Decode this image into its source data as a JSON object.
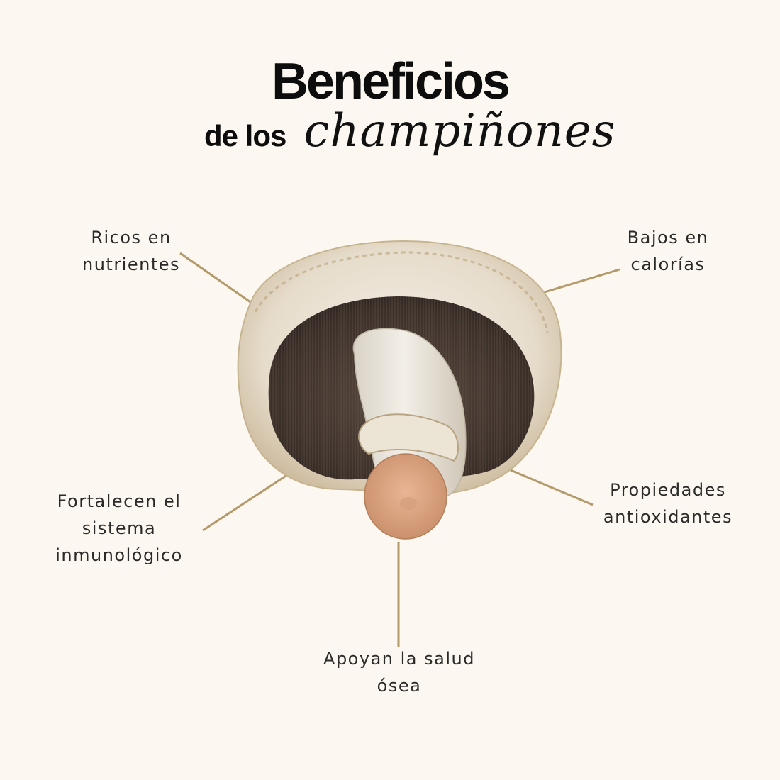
{
  "title": "Beneficios",
  "subtitle": {
    "prefix": "de los",
    "script": "champiñones"
  },
  "benefits": [
    {
      "line1": "Ricos en",
      "line2": "nutrientes"
    },
    {
      "line1": "Bajos en",
      "line2": "calorías"
    },
    {
      "line1": "Fortalecen el",
      "line2": "sistema",
      "line3": "inmunológico"
    },
    {
      "line1": "Propiedades",
      "line2": "antioxidantes"
    },
    {
      "line1": "Apoyan la salud",
      "line2": "ósea"
    }
  ],
  "colors": {
    "background": "#fcf8f1",
    "connector": "#b49a6a",
    "text": "#2a2a28"
  },
  "illustration": "mushroom-underside-photo"
}
